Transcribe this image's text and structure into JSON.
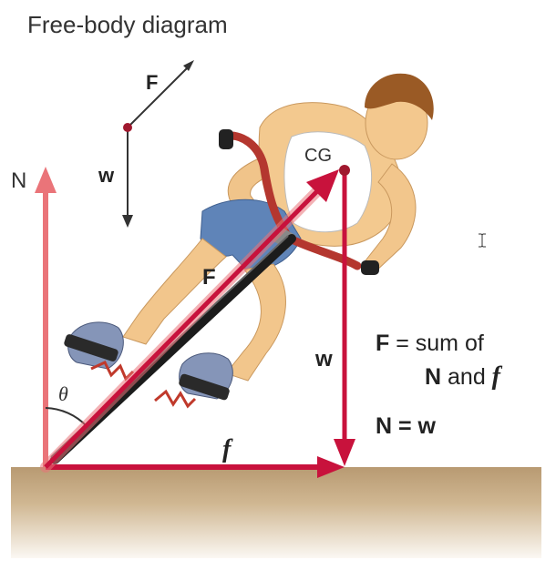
{
  "title": "Free-body diagram",
  "fbd": {
    "f_label": "F",
    "w_label": "w"
  },
  "labels": {
    "n": "N",
    "cg": "CG",
    "f_main": "F",
    "w_main": "w",
    "friction": "f",
    "theta": "θ"
  },
  "equations": {
    "eq1_bold": "F",
    "eq1_rest": " = sum of",
    "eq1_line2_bold": "N",
    "eq1_line2_and": " and ",
    "eq1_line2_f": "f",
    "eq2": "N = w"
  },
  "colors": {
    "vector_red": "#c8123c",
    "normal_pink": "#ea7479",
    "ground": "#c4a680",
    "skin": "#f2c88c",
    "shorts": "#5f84b8",
    "handlebar": "#b4372f",
    "shoe": "#8595b8"
  },
  "icons": [
    "text-cursor-icon"
  ]
}
